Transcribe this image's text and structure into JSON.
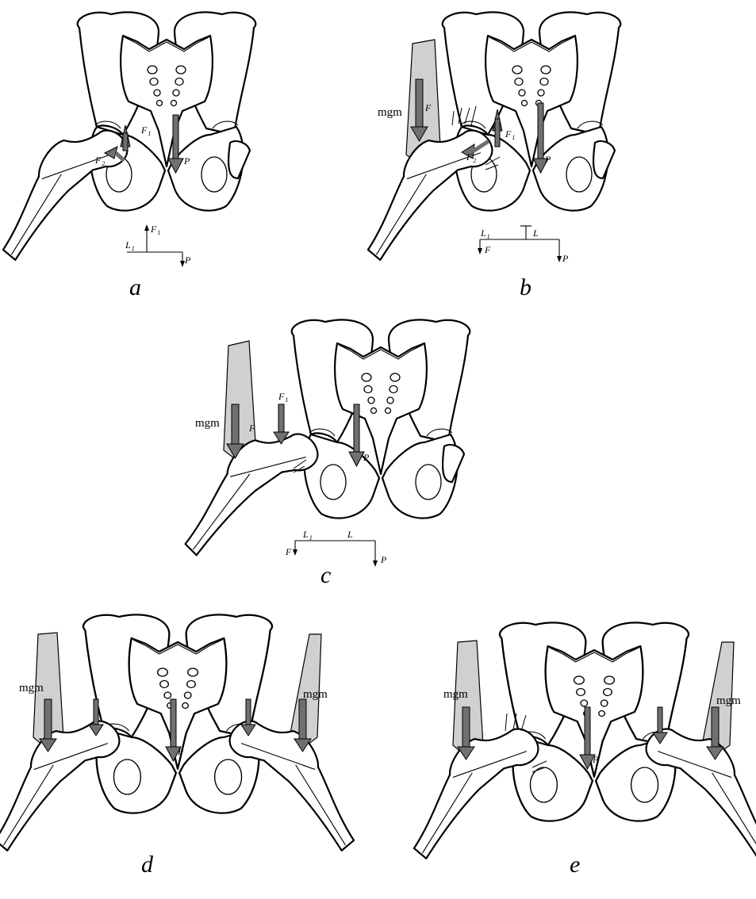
{
  "panels": [
    {
      "letter": "a"
    },
    {
      "letter": "b"
    },
    {
      "letter": "c"
    },
    {
      "letter": "d"
    },
    {
      "letter": "e"
    }
  ],
  "labels": {
    "F1": "F",
    "F2": "F",
    "F": "F",
    "P": "P",
    "L1": "L",
    "L": "L",
    "sub1": "1",
    "sub2": "2",
    "mgm": "mgm"
  },
  "colors": {
    "muscle": "#d0d0d0",
    "force_arrow": "#707070"
  }
}
